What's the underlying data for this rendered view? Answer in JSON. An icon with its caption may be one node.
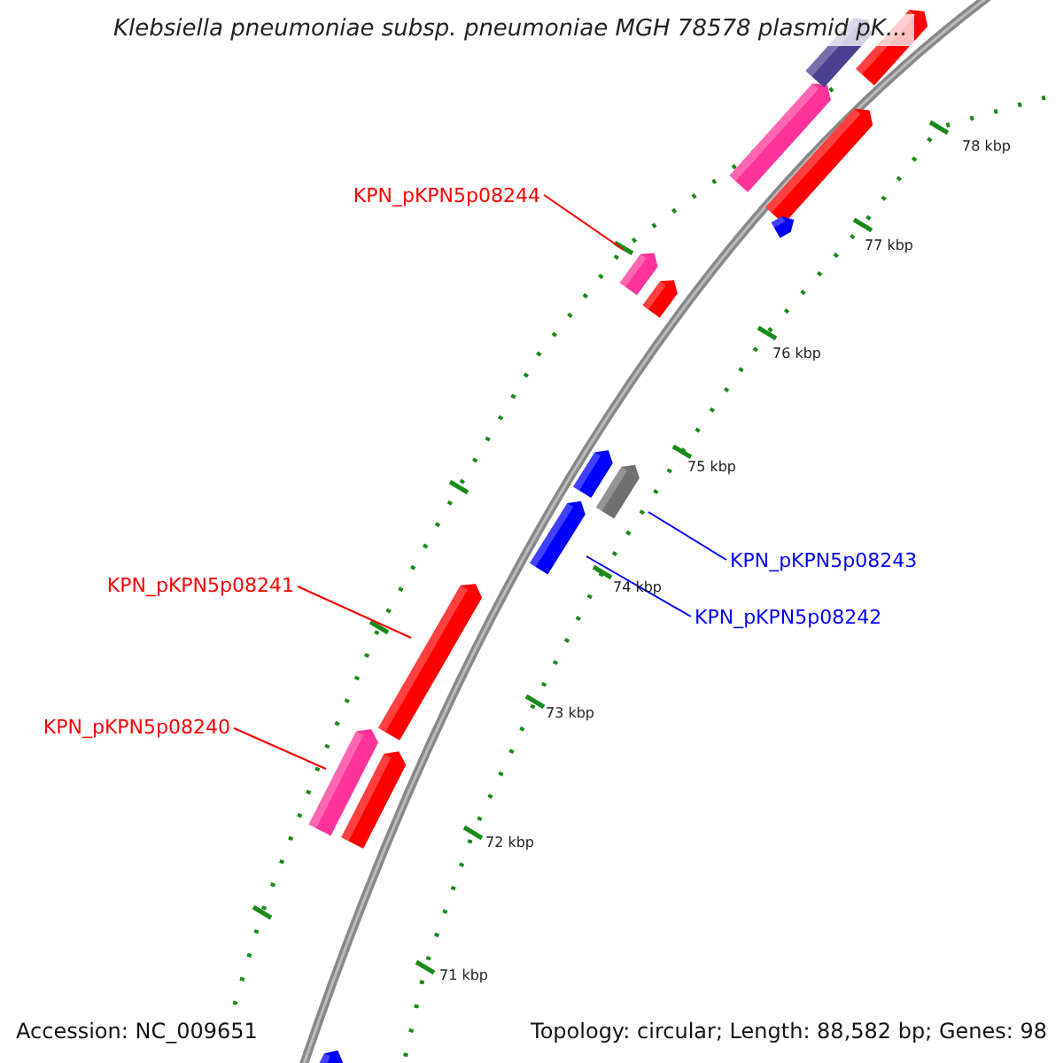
{
  "diagram": {
    "title": "Klebsiella pneumoniae subsp. pneumoniae MGH 78578 plasmid pK...",
    "nodes": [
      {
        "text": [
          "KPN_pKPN5p08244"
        ]
      },
      {
        "text": [
          "KPN_pKPN5p08243"
        ]
      },
      {
        "text": [
          "KPN_pKPN5p08242"
        ]
      },
      {
        "text": [
          "KPN_pKPN5p08241"
        ]
      },
      {
        "text": [
          "KPN_pKPN5p08240"
        ]
      },
      {
        "text": [],
        "shape": "bar"
      },
      {
        "text": [],
        "shape": "bar"
      },
      {
        "text": [],
        "shape": "bar"
      },
      {
        "text": [],
        "shape": "bar"
      },
      {
        "text": [],
        "shape": "bar"
      }
    ],
    "edges": [
      {
        "from": 0,
        "to": 5,
        "arrow": "none"
      },
      {
        "from": 1,
        "to": 6,
        "arrow": "none",
        "color": "#0000ff"
      },
      {
        "from": 2,
        "to": 7,
        "arrow": "none",
        "color": "#0000ff"
      },
      {
        "from": 3,
        "to": 8,
        "arrow": "none"
      },
      {
        "from": 4,
        "to": 9,
        "arrow": "none"
      }
    ],
    "labels": [
      "78 kbp",
      "77 kbp",
      "76 kbp",
      "75 kbp",
      "74 kbp",
      "73 kbp",
      "72 kbp",
      "71 kbp",
      "Accession: NC_009651",
      "Topology: circular; Length: 88,582 bp; Genes: 98"
    ]
  }
}
